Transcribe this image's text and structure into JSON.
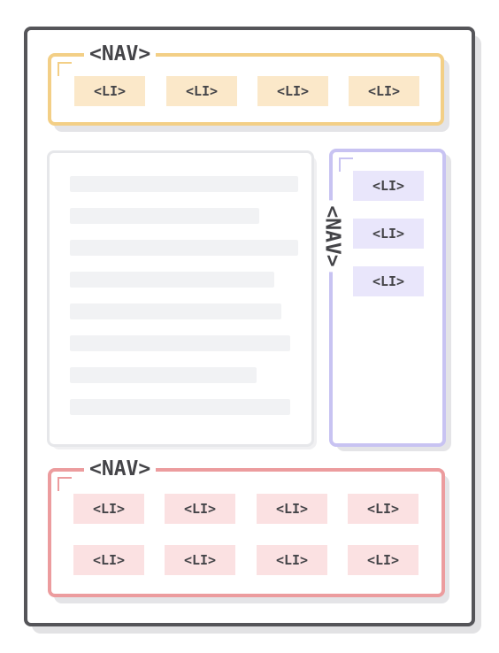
{
  "diagram": {
    "top_nav": {
      "label": "<NAV>",
      "items": [
        "<LI>",
        "<LI>",
        "<LI>",
        "<LI>"
      ],
      "color": "#f3cf86",
      "item_color": "#fbe8c9"
    },
    "side_nav": {
      "label": "<NAV>",
      "items": [
        "<LI>",
        "<LI>",
        "<LI>"
      ],
      "color": "#c8c3f2",
      "item_color": "#e9e6fb"
    },
    "bottom_nav": {
      "label": "<NAV>",
      "items": [
        "<LI>",
        "<LI>",
        "<LI>",
        "<LI>",
        "<LI>",
        "<LI>",
        "<LI>",
        "<LI>"
      ],
      "color": "#ec9c9e",
      "item_color": "#fbe1e2"
    },
    "content": {
      "line_count": 8,
      "color": "#e6e7ea"
    },
    "page_border_color": "#555559"
  }
}
